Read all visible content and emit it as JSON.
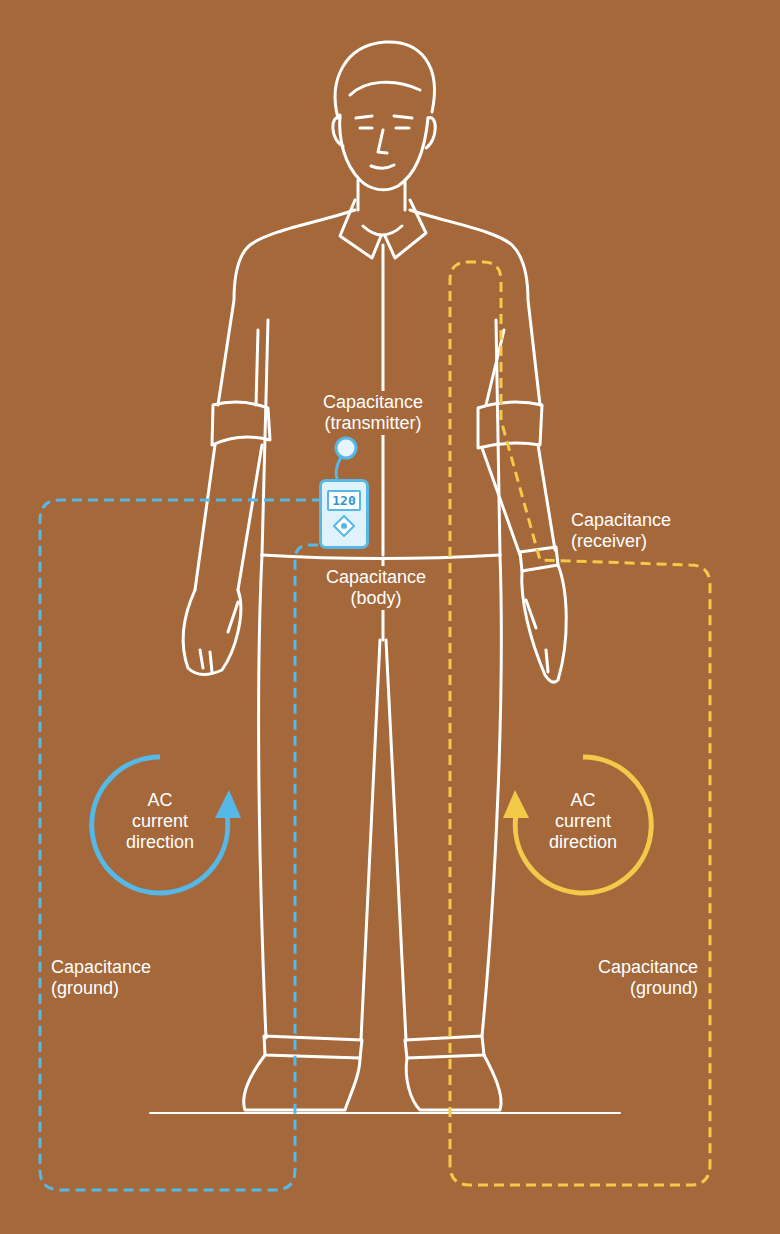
{
  "diagram": {
    "nodes": [
      {
        "text": [
          "120"
        ]
      }
    ],
    "labels": [
      "Capacitance (transmitter)",
      "Capacitance (body)",
      "Capacitance (receiver)",
      "AC current direction",
      "AC current direction",
      "Capacitance (ground)",
      "Capacitance (ground)"
    ]
  }
}
